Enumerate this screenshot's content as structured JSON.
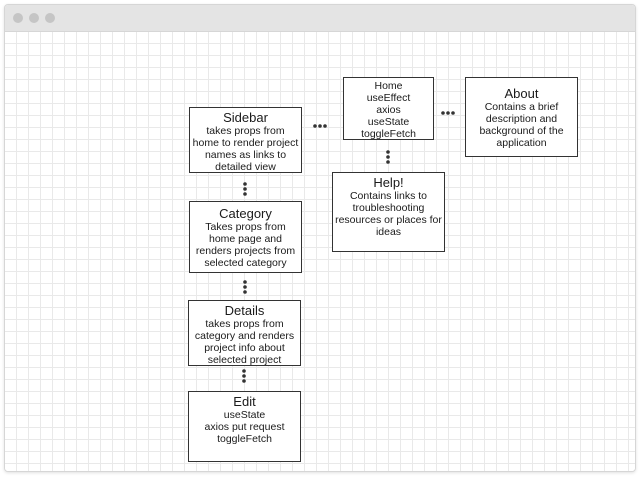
{
  "window": {
    "controls": [
      "close-dot",
      "minimize-dot",
      "maximize-dot"
    ]
  },
  "nodes": {
    "home": {
      "lines": "Home\nuseEffect\naxios\nuseState\ntoggleFetch"
    },
    "about": {
      "title": "About",
      "body": "Contains a brief description and background of the application"
    },
    "sidebar": {
      "title": "Sidebar",
      "body": "takes props from home to render project names as links to detailed view"
    },
    "help": {
      "title": "Help!",
      "body": "Contains links to troubleshooting resources or places for ideas"
    },
    "category": {
      "title": "Category",
      "body": "Takes props from home page and renders projects from selected category"
    },
    "details": {
      "title": "Details",
      "body": "takes props from category and renders project info about selected project"
    },
    "edit": {
      "title": "Edit",
      "body": "useState\naxios put request\ntoggleFetch"
    }
  },
  "connectors": {
    "style": "dotted",
    "color": "#333333",
    "links": [
      [
        "home",
        "about"
      ],
      [
        "sidebar",
        "home"
      ],
      [
        "home",
        "help"
      ],
      [
        "sidebar",
        "category"
      ],
      [
        "category",
        "details"
      ],
      [
        "details",
        "edit"
      ]
    ]
  }
}
